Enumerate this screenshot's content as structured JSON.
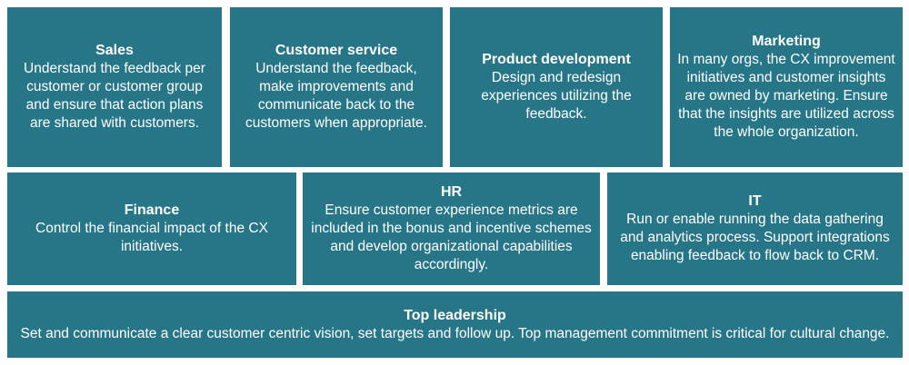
{
  "boxes": {
    "sales": {
      "title": "Sales",
      "text": "Understand the feedback per  customer or customer group and ensure that action plans are shared with customers."
    },
    "customer_service": {
      "title": "Customer service",
      "text": "Understand the feedback, make improvements and communicate back to the customers when appropriate."
    },
    "product_development": {
      "title": "Product development",
      "text": "Design and redesign experiences utilizing the feedback."
    },
    "marketing": {
      "title": "Marketing",
      "text": "In many orgs, the CX improvement initiatives and customer insights are owned by marketing. Ensure that the insights are utilized across the whole organization."
    },
    "finance": {
      "title": "Finance",
      "text": "Control the financial impact of the CX initiatives."
    },
    "hr": {
      "title": "HR",
      "text": "Ensure customer experience metrics are included in the bonus and incentive schemes and develop organizational capabilities accordingly."
    },
    "it": {
      "title": "IT",
      "text": "Run or enable running the data gathering and analytics process. Support integrations enabling feedback to flow back to CRM."
    },
    "top_leadership": {
      "title": "Top leadership",
      "text": "Set and communicate a clear customer centric vision, set targets and follow up. Top management commitment is critical for cultural change."
    }
  },
  "colors": {
    "tile_background": "#267688",
    "text": "#ffffff"
  }
}
